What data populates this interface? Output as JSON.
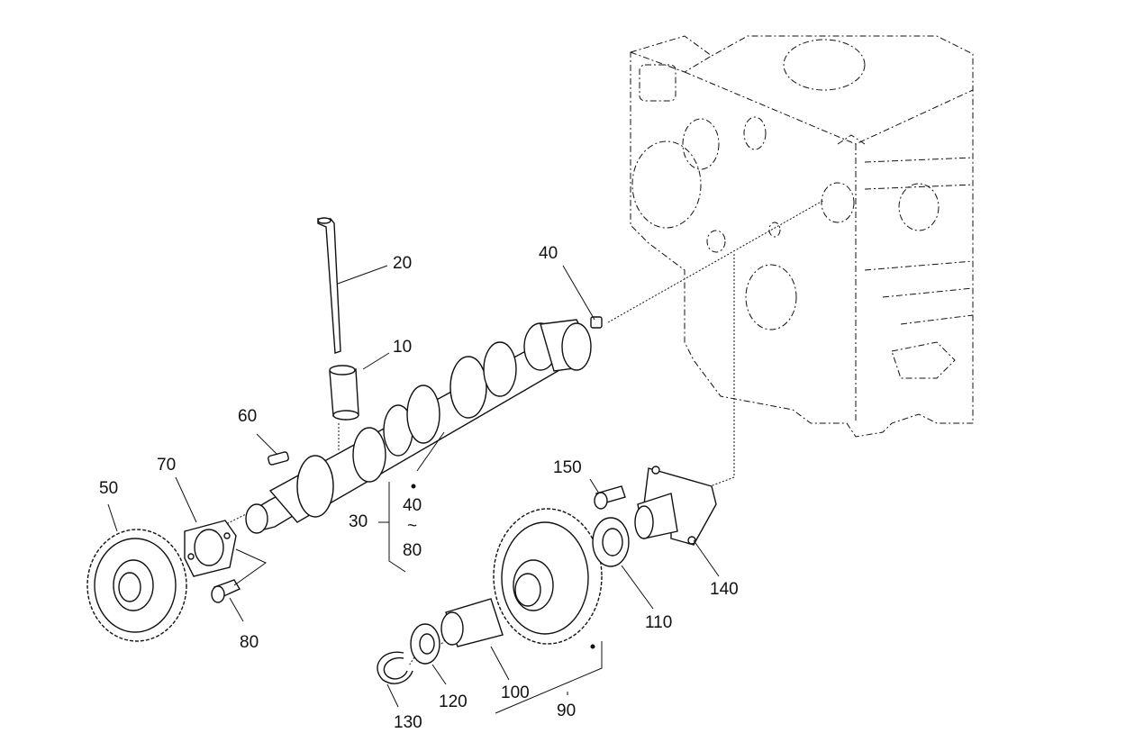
{
  "diagram": {
    "callouts": {
      "c10": "10",
      "c20": "20",
      "c30": "30",
      "c40a": "40",
      "c40b": "40",
      "tilde": "~",
      "c80a": "80",
      "c50": "50",
      "c60": "60",
      "c70": "70",
      "c80b": "80",
      "c90": "90",
      "c100": "100",
      "c110": "110",
      "c120": "120",
      "c130": "130",
      "c140": "140",
      "c150": "150"
    }
  }
}
